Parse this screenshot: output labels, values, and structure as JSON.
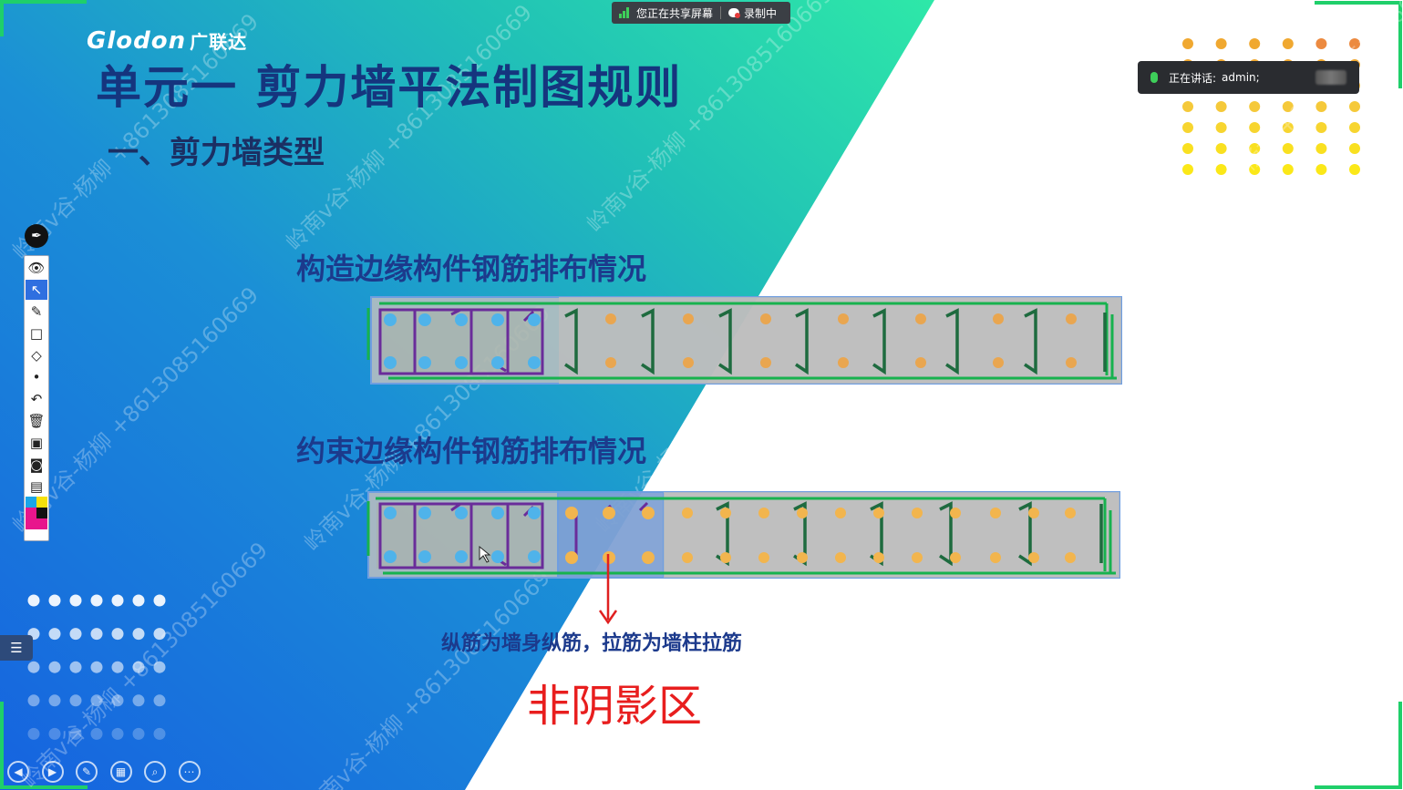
{
  "logo": {
    "brand": "Glodon",
    "brand_cn": "广联达"
  },
  "slide": {
    "title": "单元一   剪力墙平法制图规则",
    "subtitle": "一、剪力墙类型",
    "section1_title": "构造边缘构件钢筋排布情况",
    "section2_title": "约束边缘构件钢筋排布情况",
    "note": "纵筋为墙身纵筋，拉筋为墙柱拉筋",
    "zone_label": "非阴影区"
  },
  "share_bar": {
    "sharing_label": "您正在共享屏幕",
    "recording_label": "录制中"
  },
  "speaking": {
    "label": "正在讲话:",
    "speaker": "admin;"
  },
  "watermark": {
    "text": "岭南v谷-杨柳 +8613085160669"
  },
  "toolbar": {
    "tools": [
      {
        "name": "eye-icon",
        "glyph": "👁"
      },
      {
        "name": "pointer-icon",
        "glyph": "↖"
      },
      {
        "name": "pen-icon",
        "glyph": "✎"
      },
      {
        "name": "rectangle-icon",
        "glyph": "□"
      },
      {
        "name": "eraser-icon",
        "glyph": "◇"
      },
      {
        "name": "dot-icon",
        "glyph": "•"
      },
      {
        "name": "undo-icon",
        "glyph": "↶"
      },
      {
        "name": "trash-icon",
        "glyph": "🗑"
      },
      {
        "name": "screen-icon",
        "glyph": "▣"
      },
      {
        "name": "camera-icon",
        "glyph": "◙"
      },
      {
        "name": "clipboard-icon",
        "glyph": "▤"
      }
    ],
    "colors": [
      "#1aa6e8",
      "#f7e10a",
      "#e8158c",
      "#111111",
      "#e8158c",
      "#e8158c"
    ]
  },
  "bottom_nav": [
    {
      "name": "prev-icon",
      "glyph": "◀"
    },
    {
      "name": "next-icon",
      "glyph": "▶"
    },
    {
      "name": "pen-tool-icon",
      "glyph": "✎"
    },
    {
      "name": "slides-icon",
      "glyph": "▦"
    },
    {
      "name": "zoom-icon",
      "glyph": "⌕"
    },
    {
      "name": "more-icon",
      "glyph": "⋯"
    }
  ],
  "colors": {
    "accent_green": "#17b24e",
    "stirrup_purple": "#6a2c9a",
    "tie_green": "#1e6b3f",
    "rebar_blue": "#4fb3ea",
    "rebar_orange": "#e9a650",
    "arrow_red": "#e02020"
  }
}
